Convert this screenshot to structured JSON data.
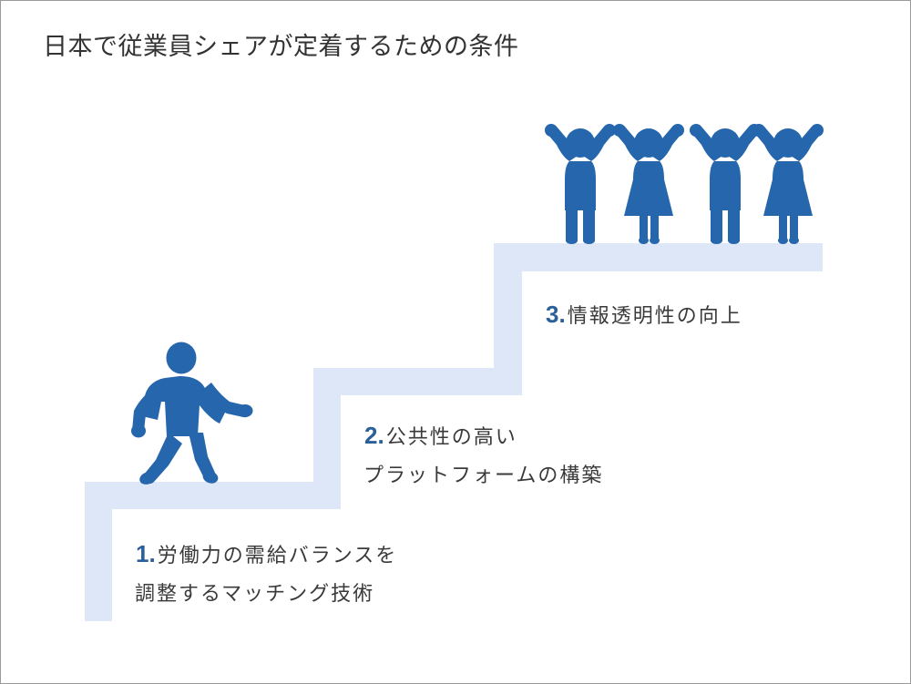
{
  "slide": {
    "title": "日本で従業員シェアが定着するための条件",
    "background_color": "#ffffff",
    "border_color": "#9a9a9a"
  },
  "palette": {
    "figure_blue": "#2566ac",
    "step_band": "#dde7f7",
    "number_blue": "#2a6099",
    "body_text": "#3a3a3a",
    "title_text": "#333333"
  },
  "steps": [
    {
      "number": "1.",
      "line1": "労働力の需給バランスを",
      "line2": "調整するマッチング技術",
      "level": 1
    },
    {
      "number": "2.",
      "line1": "公共性の高い",
      "line2": "プラットフォームの構築",
      "level": 2
    },
    {
      "number": "3.",
      "line1": "情報透明性の向上",
      "line2": "",
      "level": 3
    }
  ],
  "figures": {
    "walker": {
      "icon": "walking-person-icon",
      "label": "walking person climbing the stairs"
    },
    "celebrating": [
      {
        "icon": "person-cheering-male-icon",
        "gender": "male"
      },
      {
        "icon": "person-cheering-female-icon",
        "gender": "female"
      },
      {
        "icon": "person-cheering-male-icon",
        "gender": "male"
      },
      {
        "icon": "person-cheering-female-icon",
        "gender": "female"
      }
    ]
  }
}
